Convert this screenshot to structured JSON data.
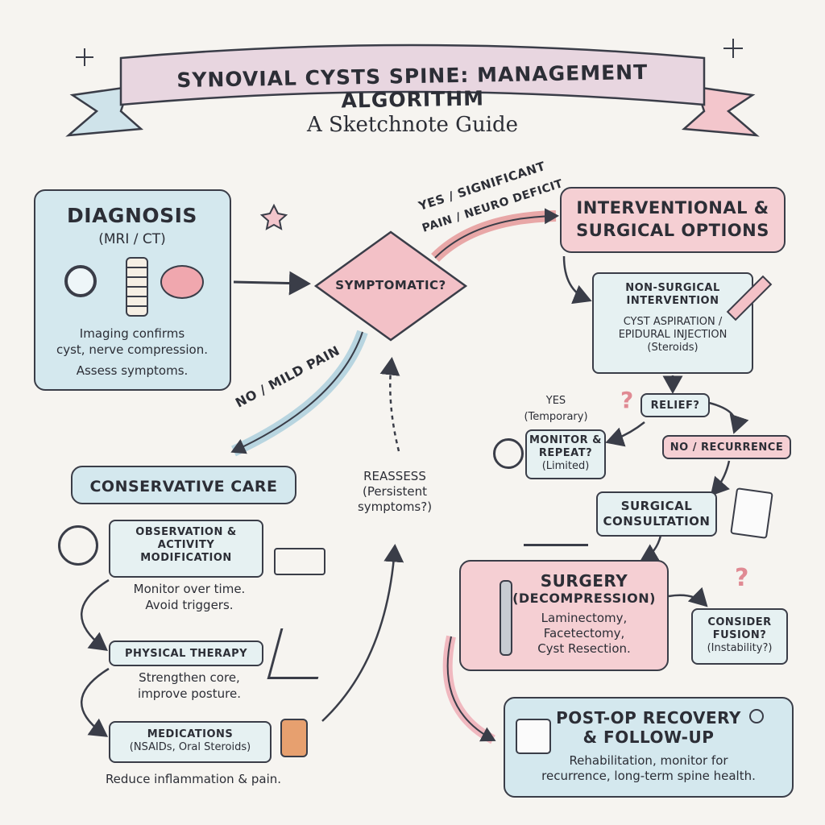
{
  "header": {
    "title": "SYNOVIAL CYSTS SPINE: MANAGEMENT ALGORITHM",
    "subtitle": "A Sketchnote Guide"
  },
  "diagnosis": {
    "title": "DIAGNOSIS",
    "subtitle": "(MRI / CT)",
    "text1": "Imaging confirms",
    "text2": "cyst, nerve compression.",
    "text3": "Assess symptoms."
  },
  "decision": {
    "label": "SYMPTOMATIC?"
  },
  "edges": {
    "yes1": "YES / SIGNIFICANT",
    "yes2": "PAIN / NEURO DEFICIT",
    "no": "NO / MILD PAIN",
    "reassess1": "REASSESS",
    "reassess2": "(Persistent",
    "reassess3": "symptoms?)"
  },
  "conservative": {
    "title": "CONSERVATIVE CARE",
    "obs1": "OBSERVATION &",
    "obs2": "ACTIVITY",
    "obs3": "MODIFICATION",
    "obs_note1": "Monitor over time.",
    "obs_note2": "Avoid triggers.",
    "pt": "PHYSICAL THERAPY",
    "pt_note1": "Strengthen core,",
    "pt_note2": "improve posture.",
    "med1": "MEDICATIONS",
    "med2": "(NSAIDs, Oral Steroids)",
    "med_note": "Reduce inflammation & pain."
  },
  "interventional": {
    "title1": "INTERVENTIONAL &",
    "title2": "SURGICAL OPTIONS",
    "ns1": "NON-SURGICAL",
    "ns2": "INTERVENTION",
    "ns3": "CYST ASPIRATION /",
    "ns4": "EPIDURAL INJECTION",
    "ns5": "(Steroids)",
    "relief": "RELIEF?",
    "yes1": "YES",
    "yes2": "(Temporary)",
    "mon1": "MONITOR &",
    "mon2": "REPEAT?",
    "mon3": "(Limited)",
    "norec": "NO / RECURRENCE",
    "consult1": "SURGICAL",
    "consult2": "CONSULTATION",
    "surg1": "SURGERY",
    "surg2": "(DECOMPRESSION)",
    "surg3": "Laminectomy,",
    "surg4": "Facetectomy,",
    "surg5": "Cyst Resection.",
    "fus1": "CONSIDER",
    "fus2": "FUSION?",
    "fus3": "(Instability?)",
    "post1": "POST-OP RECOVERY",
    "post2": "& FOLLOW-UP",
    "post3": "Rehabilitation, monitor for",
    "post4": "recurrence, long-term spine health."
  },
  "colors": {
    "blue": "#d4e8ee",
    "pink": "#f5cfd3",
    "ink": "#3a3d48"
  }
}
